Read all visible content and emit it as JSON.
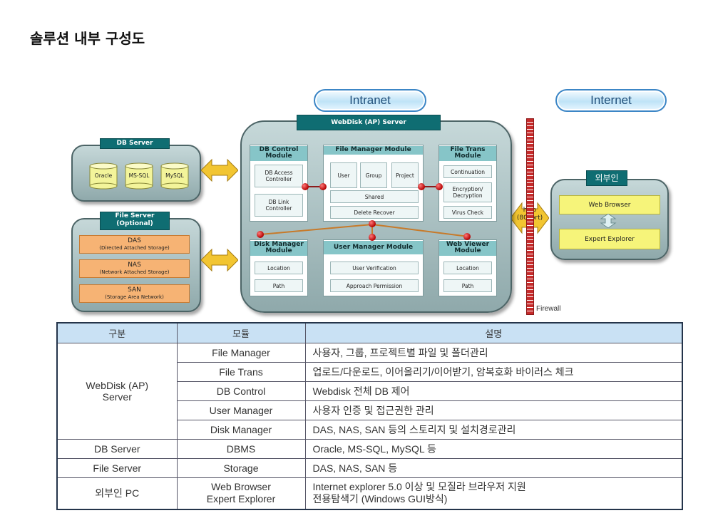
{
  "title": "솔루션 내부 구성도",
  "diagram": {
    "zones": {
      "intranet": "Intranet",
      "internet": "Internet"
    },
    "db_server": {
      "title": "DB Server",
      "items": [
        "Oracle",
        "MS-SQL",
        "MySQL"
      ]
    },
    "file_server": {
      "title_line1": "File Server",
      "title_line2": "(Optional)",
      "items": [
        {
          "name": "DAS",
          "desc": "(Directed Attached Storage)"
        },
        {
          "name": "NAS",
          "desc": "(Network Attached Storage)"
        },
        {
          "name": "SAN",
          "desc": "(Storage Area Network)"
        }
      ]
    },
    "webdisk": {
      "title": "WebDisk (AP) Server",
      "db_control": {
        "title_line1": "DB Control",
        "title_line2": "Module",
        "items": [
          "DB Access Controller",
          "DB Link Controller"
        ]
      },
      "file_manager": {
        "title": "File Manager Module",
        "items": [
          "User",
          "Group",
          "Project",
          "Shared",
          "Delete Recover"
        ]
      },
      "file_trans": {
        "title_line1": "File Trans",
        "title_line2": "Module",
        "items": [
          "Continuation",
          "Encryption/ Decryption",
          "Virus Check"
        ]
      },
      "disk_manager": {
        "title_line1": "Disk Manager",
        "title_line2": "Module",
        "items": [
          "Location",
          "Path"
        ]
      },
      "user_manager": {
        "title": "User Manager Module",
        "items": [
          "User Verification",
          "Approach Permission"
        ]
      },
      "web_viewer": {
        "title_line1": "Web Viewer",
        "title_line2": "Module",
        "items": [
          "Location",
          "Path"
        ]
      }
    },
    "http_line1": "http",
    "http_line2": "(80Port)",
    "firewall": "Firewall",
    "external": {
      "title": "외부인",
      "items": [
        "Web Browser",
        "Expert Explorer"
      ]
    }
  },
  "table": {
    "headers": [
      "구분",
      "모듈",
      "설명"
    ],
    "groups": [
      {
        "category": "WebDisk (AP)\nServer",
        "rows": [
          {
            "module": "File Manager",
            "desc": "사용자, 그룹, 프로젝트별 파일 및 폴더관리"
          },
          {
            "module": "File Trans",
            "desc": "업로드/다운로드, 이어올리기/이어받기, 암복호화 바이러스 체크"
          },
          {
            "module": "DB Control",
            "desc": "Webdisk 전체 DB 제어"
          },
          {
            "module": "User Manager",
            "desc": "사용자 인증 및 접근권한 관리"
          },
          {
            "module": "Disk Manager",
            "desc": "DAS, NAS, SAN 등의 스토리지 및 설치경로관리"
          }
        ]
      },
      {
        "category": "DB Server",
        "rows": [
          {
            "module": "DBMS",
            "desc": "Oracle, MS-SQL, MySQL 등"
          }
        ]
      },
      {
        "category": "File Server",
        "rows": [
          {
            "module": "Storage",
            "desc": "DAS, NAS, SAN 등"
          }
        ]
      },
      {
        "category": "외부인 PC",
        "rows": [
          {
            "module": "Web Browser\nExpert Explorer",
            "desc": "Internet explorer 5.0 이상  및 모질라 브라우저 지원\n전용탐색기 (Windows GUI방식)"
          }
        ]
      }
    ]
  }
}
